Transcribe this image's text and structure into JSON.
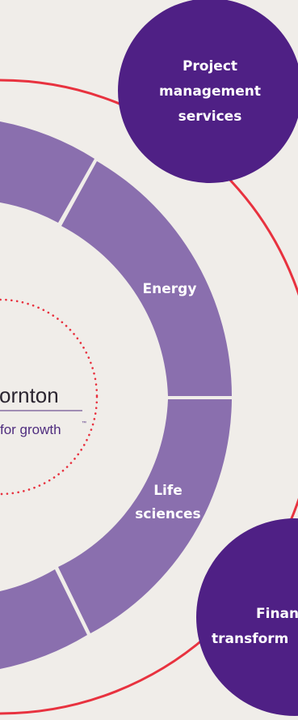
{
  "diagram": {
    "colors": {
      "background": "#f0ede9",
      "ring_segment": "#8a6fae",
      "ring_divider": "#f0ede9",
      "outer_circle_line": "#e8323f",
      "dotted_circle": "#e8323f",
      "service_bubble": "#4f2085",
      "label_text": "#ffffff",
      "brand_text": "#2b2530",
      "tagline_text": "#4f2d7f"
    },
    "services": [
      {
        "lines": [
          "Project",
          "management",
          "services"
        ],
        "icon": "service-bubble"
      },
      {
        "lines": [
          "Finan",
          "transform"
        ],
        "icon": "service-bubble"
      }
    ],
    "segments": [
      {
        "lines": [
          "Energy"
        ]
      },
      {
        "lines": [
          "Life",
          "sciences"
        ]
      }
    ],
    "brand": {
      "name": "ornton",
      "tagline": "for growth",
      "tm": "™"
    }
  }
}
